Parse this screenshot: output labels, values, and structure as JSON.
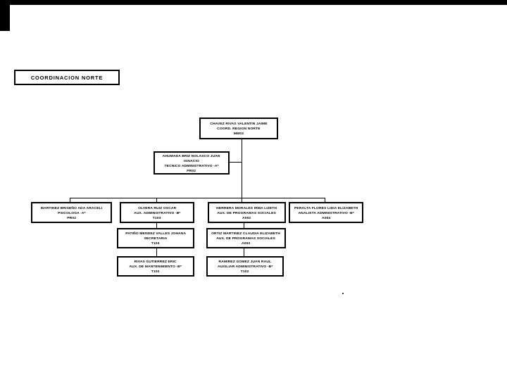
{
  "colors": {
    "ink": "#000000",
    "background": "#ffffff",
    "decor_bar": "#000000"
  },
  "title_box": {
    "label": "COORDINACION NORTE"
  },
  "nodes": {
    "root": {
      "lines": [
        "CHAVEZ RIVAS VALENTIN JAIME",
        "COORD. REGION NORTE",
        "MM03"
      ]
    },
    "assistant": {
      "lines": [
        "AHUMADA BRIZ NOLASCO JUAN",
        "IGNACIO",
        "TECNICO ADMINISTRATIVO -A*",
        "PR02"
      ]
    },
    "staff_psicologa": {
      "lines": [
        "MARTINEZ BRISEÑO ADA ARACELI",
        "PSICOLOGA -A*",
        "PR02"
      ]
    },
    "staff_aux_admin": {
      "lines": [
        "OLVERA RUIZ OSCAR",
        "AUX. ADMINISTRATIVO -B*",
        "T103"
      ]
    },
    "staff_programas": {
      "lines": [
        "HERRERA MORALES IRMA LIZETH",
        "AUX. DE PROGRAMAS SOCIALES",
        "A002"
      ]
    },
    "staff_analista": {
      "lines": [
        "PERALTA FLORES LIDIA ELIZABETH",
        "ANALISTA ADMINISTRATIVO -B*",
        "A004"
      ]
    },
    "sub_secretaria": {
      "lines": [
        "PATIÑO MENDEZ VALLES JOHANA",
        "SECRETARIA",
        "T103"
      ]
    },
    "sub_mantenimiento": {
      "lines": [
        "RIVAS GUTIERREZ ERIC",
        "AUX. DE MANTENIMIENTO -B*",
        "T102"
      ]
    },
    "sub_programas": {
      "lines": [
        "ORTIZ MARTINEZ CLAUDIA ELIZABETH",
        "AUX. DE PROGRAMAS SOCIALES",
        "A003"
      ]
    },
    "sub_aux_admin": {
      "lines": [
        "RAMIREZ GOMEZ JUAN RAUL",
        "AUXILIAR ADMINISTRATIVO -B*",
        "T102"
      ]
    }
  },
  "footnote": {
    "dot": "."
  }
}
